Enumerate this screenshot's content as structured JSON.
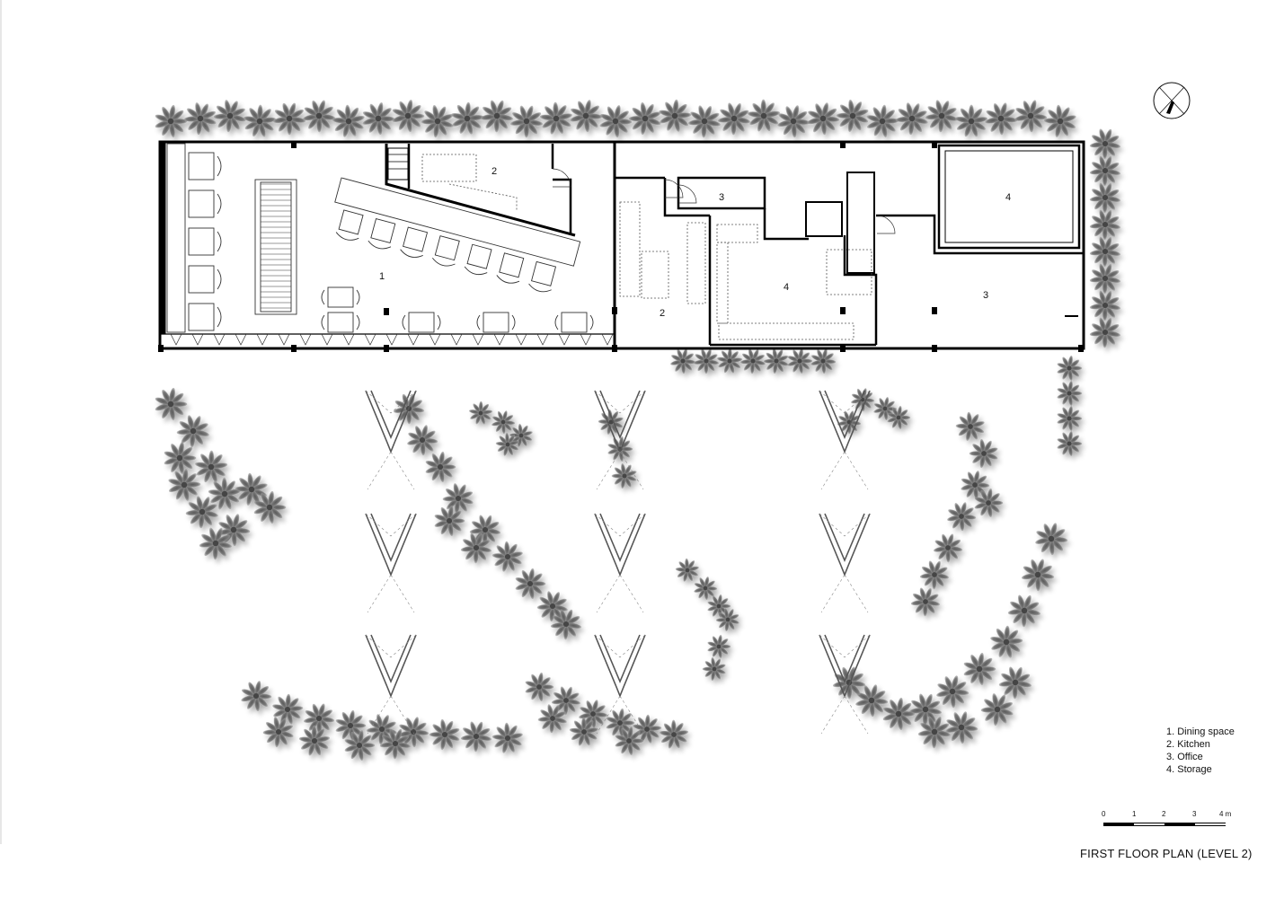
{
  "title": "FIRST FLOOR PLAN (LEVEL 2)",
  "legend": [
    "1. Dining space",
    "2. Kitchen",
    "3. Office",
    "4. Storage"
  ],
  "room_labels": {
    "dining": "1",
    "kitchen_left": "2",
    "kitchen_right": "2",
    "office_small": "3",
    "office_large": "3",
    "storage_center": "4",
    "storage_right": "4"
  },
  "scale": {
    "ticks": [
      "0",
      "1",
      "2",
      "3",
      "4 m"
    ]
  }
}
